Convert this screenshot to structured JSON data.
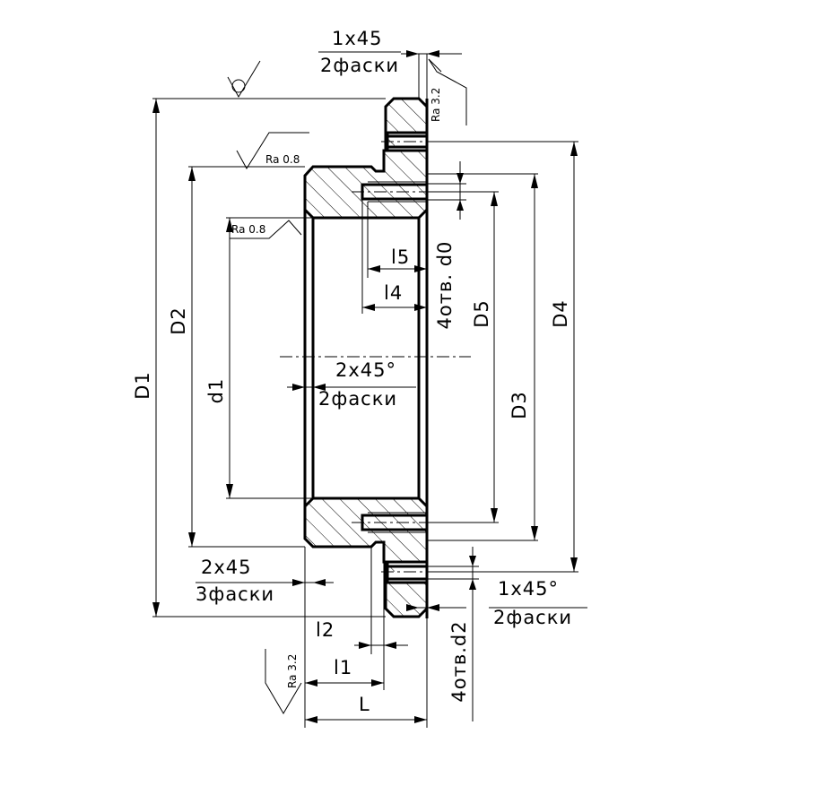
{
  "labels": {
    "chamfer_top": "1x45",
    "chamfer_top_count": "2фаски",
    "chamfer_center": "2x45°",
    "chamfer_center_count": "2фаски",
    "chamfer_left": "2x45",
    "chamfer_left_count": "3фаски",
    "chamfer_right": "1x45°",
    "chamfer_right_count": "2фаски",
    "dim_D1": "D1",
    "dim_D2": "D2",
    "dim_d1": "d1",
    "dim_D3": "D3",
    "dim_D4": "D4",
    "dim_D5": "D5",
    "dim_l1": "l1",
    "dim_l2": "l2",
    "dim_l4": "l4",
    "dim_l5": "l5",
    "dim_L": "L",
    "holes_d0": "4отв. d0",
    "holes_d2": "4отв.d2"
  },
  "roughness": {
    "ra_top": "Ra 3.2",
    "ra_bore_outer": "Ra 0.8",
    "ra_bore_inner": "Ra 0.8",
    "ra_bottom": "Ra 3.2"
  }
}
